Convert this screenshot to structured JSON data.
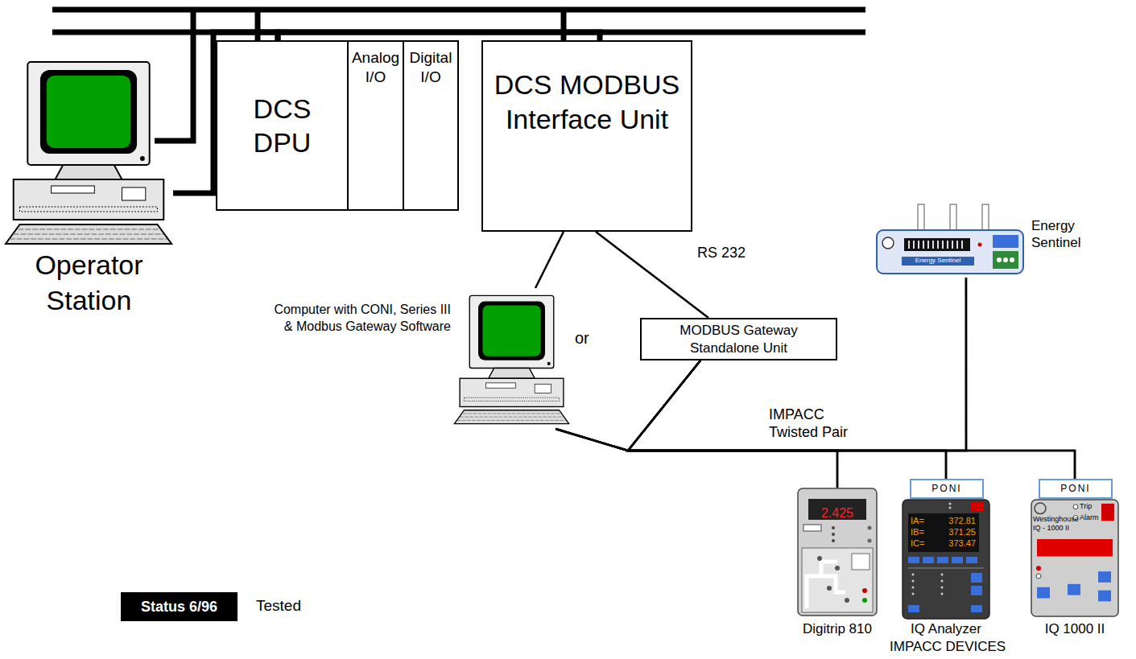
{
  "diagram": {
    "nodes": [
      {
        "text": [
          "Operator Station"
        ]
      },
      {
        "text": [
          "DCS DPU"
        ]
      },
      {
        "text": [
          "Analog I/O"
        ]
      },
      {
        "text": [
          "Digital I/O"
        ]
      },
      {
        "text": [
          "DCS MODBUS Interface Unit"
        ]
      },
      {
        "text": [
          "Computer with CONI, Series III & Modbus Gateway Software"
        ]
      },
      {
        "text": [
          "MODBUS Gateway Standalone Unit"
        ]
      },
      {
        "text": [
          "Energy Sentinel"
        ]
      },
      {
        "text": [
          "Digitrip 810"
        ]
      },
      {
        "text": [
          "IQ Analyzer"
        ]
      },
      {
        "text": [
          "PONI"
        ],
        "in": 9
      },
      {
        "text": [
          "IQ 1000 II"
        ]
      },
      {
        "text": [
          "PONI"
        ],
        "in": 11
      },
      {
        "text": [
          "Status 6/96"
        ]
      }
    ],
    "edges": [
      {
        "from": 0,
        "to": 1,
        "arrow": "none"
      },
      {
        "from": 1,
        "to": 4,
        "arrow": "none"
      },
      {
        "from": 4,
        "to": 5,
        "arrow": "none"
      },
      {
        "from": 4,
        "to": 6,
        "arrow": "none"
      },
      {
        "from": 5,
        "to": 8,
        "arrow": "none"
      },
      {
        "from": 5,
        "to": 9,
        "arrow": "none"
      },
      {
        "from": 5,
        "to": 11,
        "arrow": "none"
      },
      {
        "from": 5,
        "to": 7,
        "arrow": "none"
      },
      {
        "from": 6,
        "to": 8,
        "arrow": "none"
      },
      {
        "from": 6,
        "to": 9,
        "arrow": "none"
      },
      {
        "from": 6,
        "to": 11,
        "arrow": "none"
      },
      {
        "from": 6,
        "to": 7,
        "arrow": "none"
      }
    ],
    "labels": [
      "RS 232",
      "or",
      "IMPACC Twisted Pair",
      "IMPACC DEVICES",
      "Tested",
      "2.425",
      "IA=",
      "372.81",
      "IB=",
      "371.25",
      "IC=",
      "373.47",
      "Westinghouse",
      "IQ - 1000 II",
      "Trip",
      "Alarm",
      "Energy Sentinel"
    ]
  }
}
